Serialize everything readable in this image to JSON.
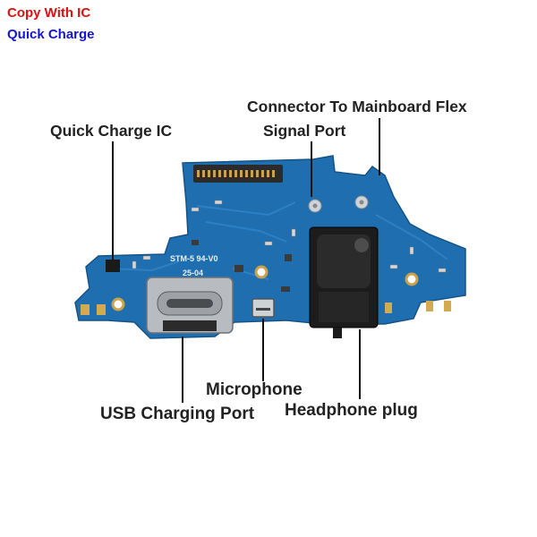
{
  "badges": {
    "line1": "Copy With IC",
    "line2": "Quick Charge"
  },
  "labels": {
    "quick_charge_ic": "Quick Charge IC",
    "connector": "Connector To Mainboard Flex",
    "signal_port": "Signal Port",
    "microphone": "Microphone",
    "usb_port": "USB Charging Port",
    "headphone": "Headphone plug"
  },
  "silkscreen": {
    "model": "STM-5 94-V0",
    "date": "25-04"
  },
  "colors": {
    "pcb": "#1f6fb0",
    "label_text": "#222222",
    "badge_red": "#e01010",
    "badge_blue": "#1414d8"
  }
}
